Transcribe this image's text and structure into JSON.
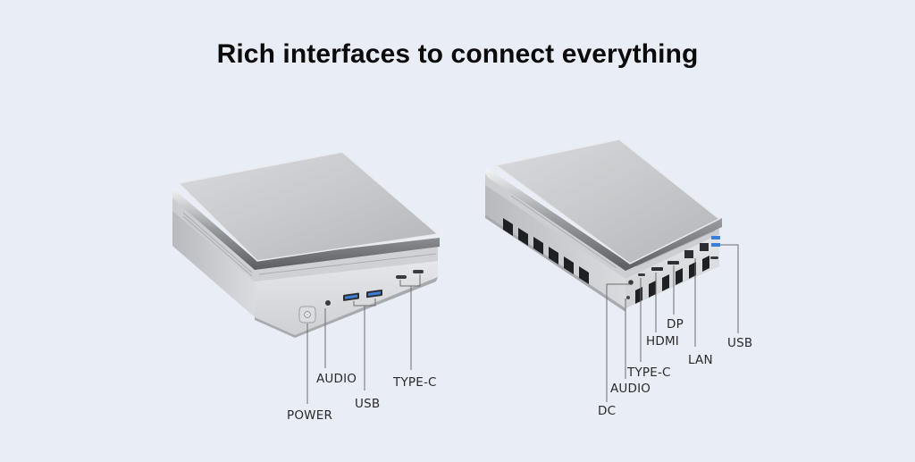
{
  "title": "Rich interfaces to connect everything",
  "colors": {
    "background": "#e9edf5",
    "title_text": "#0b0b0b",
    "label_text": "#2a2a2a",
    "leader_line": "#6d6d6d",
    "device_top": "#d2d3d6",
    "device_body": "#c9cacd",
    "usb_blue": "#3b7fd6"
  },
  "front_device": {
    "view": "front",
    "ports": [
      {
        "id": "power",
        "label": "POWER"
      },
      {
        "id": "audio",
        "label": "AUDIO"
      },
      {
        "id": "usb",
        "label": "USB"
      },
      {
        "id": "typec",
        "label": "TYPE-C"
      }
    ]
  },
  "rear_device": {
    "view": "rear",
    "ports": [
      {
        "id": "dc",
        "label": "DC"
      },
      {
        "id": "audio",
        "label": "AUDIO"
      },
      {
        "id": "typec",
        "label": "TYPE-C"
      },
      {
        "id": "hdmi",
        "label": "HDMI"
      },
      {
        "id": "dp",
        "label": "DP"
      },
      {
        "id": "lan",
        "label": "LAN"
      },
      {
        "id": "usb",
        "label": "USB"
      }
    ]
  }
}
